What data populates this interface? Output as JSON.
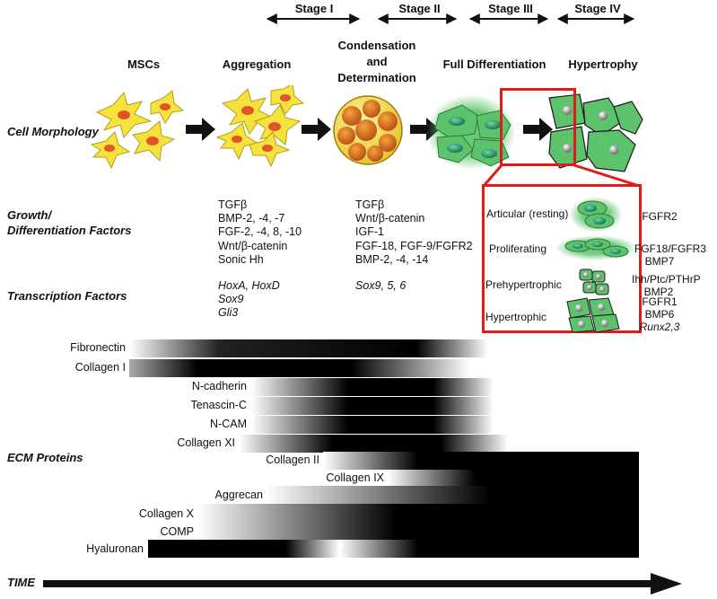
{
  "stages": [
    "Stage I",
    "Stage II",
    "Stage III",
    "Stage IV"
  ],
  "phases": {
    "mscs": "MSCs",
    "aggregation": "Aggregation",
    "condensation_1": "Condensation",
    "condensation_2": "and",
    "condensation_3": "Determination",
    "full_differentiation": "Full Differentiation",
    "hypertrophy": "Hypertrophy"
  },
  "rows": {
    "cell_morphology": "Cell Morphology",
    "growth_1": "Growth/",
    "growth_2": "Differentiation Factors",
    "transcription": "Transcription Factors",
    "ecm": "ECM Proteins",
    "time": "TIME"
  },
  "growth_factors": {
    "aggregation": [
      "TGFβ",
      "BMP-2, -4, -7",
      "FGF-2, -4, 8, -10",
      "Wnt/β-catenin",
      "Sonic Hh"
    ],
    "condensation": [
      "TGFβ",
      "Wnt/β-catenin",
      "IGF-1",
      "FGF-18, FGF-9/FGFR2",
      "BMP-2, -4, -14"
    ]
  },
  "transcription_factors": {
    "aggregation": [
      "HoxA, HoxD",
      "Sox9",
      "Gli3"
    ],
    "condensation": [
      "Sox9, 5, 6"
    ]
  },
  "zones": [
    {
      "name": "Articular (resting)",
      "factors": [
        "FGFR2"
      ]
    },
    {
      "name": "Proliferating",
      "factors": [
        "FGF18/FGFR3",
        "BMP7"
      ]
    },
    {
      "name": "Prehypertrophic",
      "factors": [
        "Ihh/Ptc/PTHrP",
        "BMP2"
      ]
    },
    {
      "name": "Hypertrophic",
      "factors": [
        "FGFR1",
        "BMP6",
        "Runx2,3"
      ]
    }
  ],
  "ecm_proteins": [
    "Fibronectin",
    "Collagen I",
    "N-cadherin",
    "Tenascin-C",
    "N-CAM",
    "Collagen XI",
    "Collagen II",
    "Collagen IX",
    "Aggrecan",
    "Collagen X",
    "COMP",
    "Hyaluronan"
  ],
  "colors": {
    "highlight_box": "#e3191c",
    "cell_green": "#5cc26b",
    "nucleus_green": "#1a8f5f",
    "msc_yellow": "#f5e23c",
    "msc_nucleus": "#e0542a"
  }
}
